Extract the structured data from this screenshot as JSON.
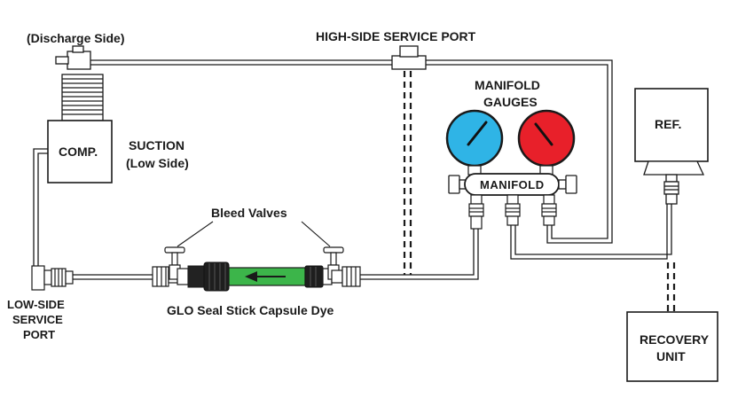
{
  "labels": {
    "discharge_side": "(Discharge Side)",
    "high_side_port": "HIGH-SIDE SERVICE PORT",
    "manifold_gauges_line1": "MANIFOLD",
    "manifold_gauges_line2": "GAUGES",
    "ref": "REF.",
    "comp": "COMP.",
    "suction_line1": "SUCTION",
    "suction_line2": "(Low Side)",
    "manifold": "MANIFOLD",
    "bleed_valves": "Bleed Valves",
    "low_side_line1": "LOW-SIDE",
    "low_side_line2": "SERVICE",
    "low_side_line3": "PORT",
    "dye": "GLO Seal Stick Capsule Dye",
    "recovery_line1": "RECOVERY",
    "recovery_line2": "UNIT"
  },
  "colors": {
    "low_gauge": "#2fb4e6",
    "high_gauge": "#e8202a",
    "dye_capsule": "#3cb54a",
    "line": "#1a1a1a"
  },
  "icons": {
    "low_gauge": "pressure-gauge-icon",
    "high_gauge": "pressure-gauge-icon",
    "flow_arrow": "arrow-left-icon"
  }
}
